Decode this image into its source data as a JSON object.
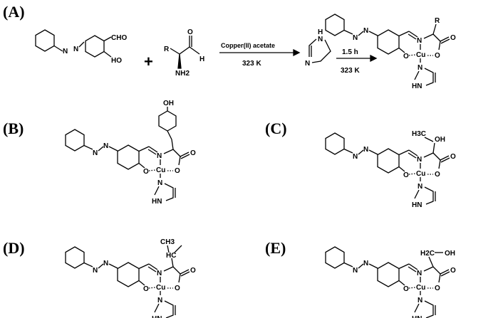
{
  "panels": {
    "a": "(A)",
    "b": "(B)",
    "c": "(C)",
    "d": "(D)",
    "e": "(E)"
  },
  "reaction": {
    "aldehyde_cho": "CHO",
    "aldehyde_ho": "HO",
    "azo_n": "N",
    "plus": "+",
    "amino_r": "R",
    "amino_o": "O",
    "amino_h": "H",
    "amino_nh2": "NH2",
    "arrow1_top": "Copper(II) acetate",
    "arrow1_bottom": "323 K",
    "imidazole_h": "H",
    "imidazole_n": "N",
    "arrow2_top": "1.5 h",
    "arrow2_bottom": "323 K"
  },
  "complex_atoms": {
    "n": "N",
    "o": "O",
    "cu": "Cu",
    "hn": "HN",
    "r": "R"
  },
  "substituents": {
    "b": "OH",
    "c": [
      "H3C",
      "OH"
    ],
    "d": [
      "CH3",
      "HC"
    ],
    "e": [
      "H2C",
      "OH"
    ]
  }
}
